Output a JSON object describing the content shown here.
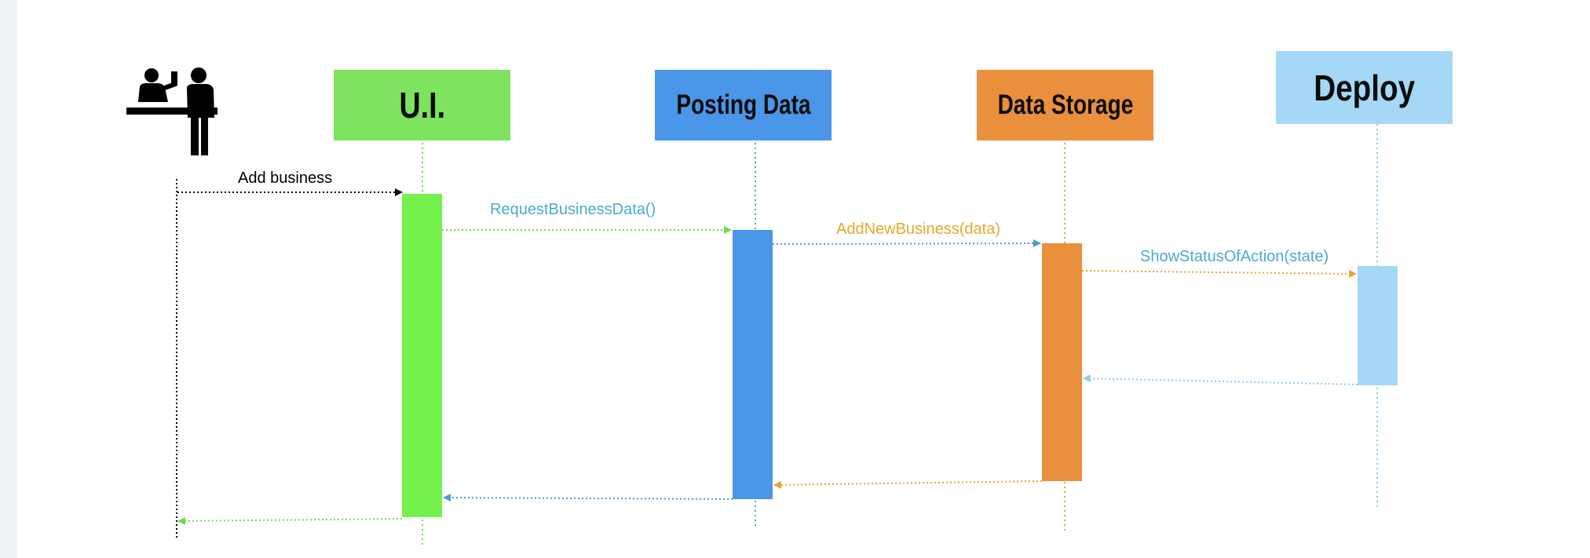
{
  "participants": [
    {
      "id": "ui",
      "label": "U.I.",
      "color": "#7ee35f"
    },
    {
      "id": "posting",
      "label": "Posting Data",
      "color": "#4a96e8"
    },
    {
      "id": "storage",
      "label": "Data Storage",
      "color": "#ea8f3b"
    },
    {
      "id": "deploy",
      "label": "Deploy",
      "color": "#a4d8f6"
    }
  ],
  "actor": {
    "icon": "reception-desk-icon"
  },
  "messages": [
    {
      "label": "Add business",
      "color": "#000000"
    },
    {
      "label": "RequestBusinessData()",
      "color": "#4aaad0"
    },
    {
      "label": "AddNewBusiness(data)",
      "color": "#e8a72c"
    },
    {
      "label": "ShowStatusOfAction(state)",
      "color": "#4aaad0"
    }
  ],
  "colors": {
    "ui_activation": "#74f14c",
    "posting_activation": "#4a96e8",
    "storage_activation": "#ea8f3b",
    "deploy_activation": "#a4d8f6",
    "green_arrow": "#6ae04a",
    "blue_arrow": "#4a9fd0",
    "orange_arrow": "#e8a42c",
    "lightblue_arrow": "#8fcaef"
  }
}
